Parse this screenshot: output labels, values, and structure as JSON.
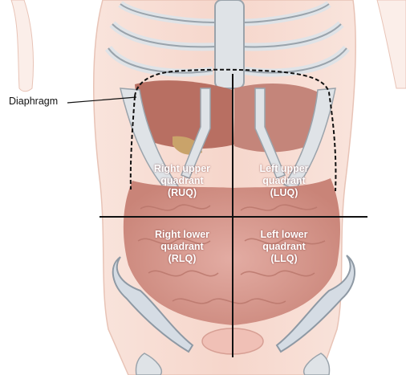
{
  "labels": {
    "diaphragm": "Diaphragm",
    "ruq": [
      "Right upper",
      "quadrant",
      "(RUQ)"
    ],
    "luq": [
      "Left upper",
      "quadrant",
      "(LUQ)"
    ],
    "rlq": [
      "Right lower",
      "quadrant",
      "(RLQ)"
    ],
    "llq": [
      "Left lower",
      "quadrant",
      "(LLQ)"
    ]
  },
  "colors": {
    "skin": "#f7dcd2",
    "bone": "#dfe3e7",
    "bone_edge": "#9aa3ab",
    "organ": "#c9897d",
    "intestine": "#d49a90",
    "liver": "#b86f62",
    "line": "#111111"
  }
}
